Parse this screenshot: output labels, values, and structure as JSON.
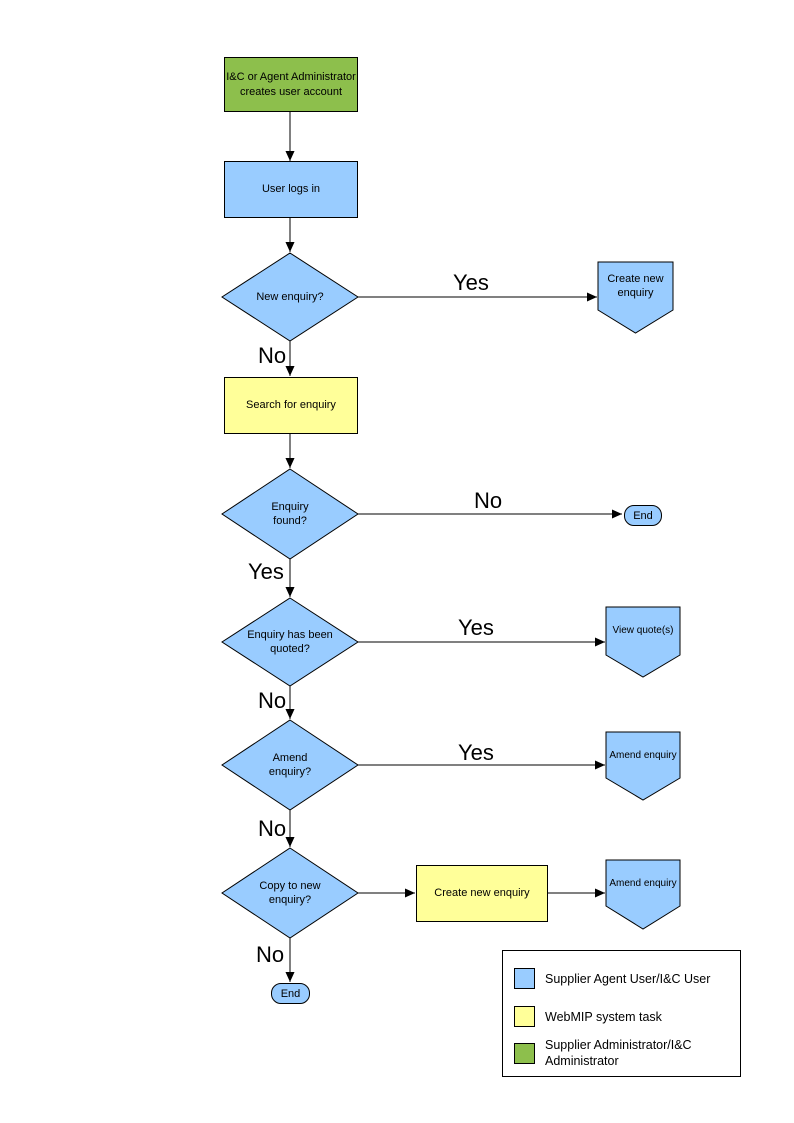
{
  "colors": {
    "user_task": "#99CCFF",
    "system_task": "#FFFF99",
    "admin_task": "#8DBF4C",
    "stroke": "#000000",
    "background": "#FFFFFF"
  },
  "nodes": {
    "admin_creates_account": "I&C or Agent Administrator creates user account",
    "user_logs_in": "User logs in",
    "new_enquiry_q": "New enquiry?",
    "create_new_enquiry": "Create new enquiry",
    "search_for_enquiry": "Search for enquiry",
    "enquiry_found_q": "Enquiry found?",
    "end_top": "End",
    "enquiry_quoted_q": "Enquiry has been quoted?",
    "view_quotes": "View quote(s)",
    "amend_enquiry_q": "Amend enquiry?",
    "amend_enquiry": "Amend enquiry",
    "copy_to_new_q": "Copy to new enquiry?",
    "create_new_enquiry_2": "Create new enquiry",
    "amend_enquiry_2": "Amend enquiry",
    "end_bottom": "End"
  },
  "edge_labels": {
    "yes_new_enquiry": "Yes",
    "no_new_enquiry": "No",
    "no_enquiry_found": "No",
    "yes_enquiry_found": "Yes",
    "yes_quoted": "Yes",
    "no_quoted": "No",
    "yes_amend": "Yes",
    "no_amend": "No",
    "no_copy": "No"
  },
  "legend": {
    "items": [
      {
        "label": "Supplier Agent User/I&C User",
        "color": "#99CCFF"
      },
      {
        "label": "WebMIP system task",
        "color": "#FFFF99"
      },
      {
        "label": "Supplier Administrator/I&C Administrator",
        "color": "#8DBF4C"
      }
    ]
  }
}
